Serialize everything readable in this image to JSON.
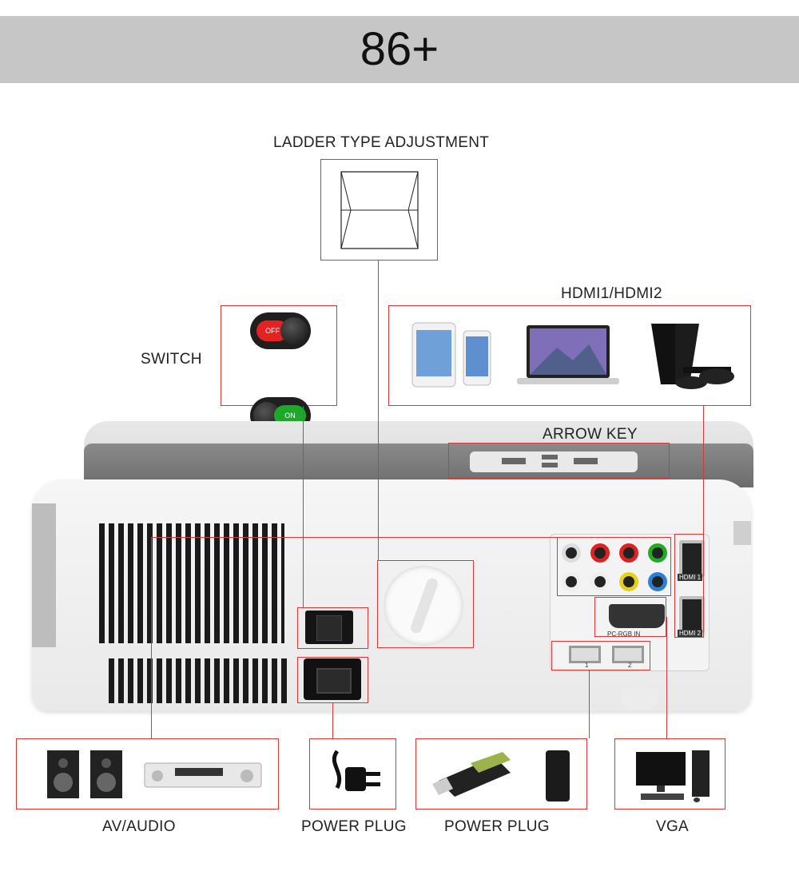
{
  "header": {
    "title": "86+"
  },
  "labels": {
    "ladder": "LADDER TYPE ADJUSTMENT",
    "hdmi": "HDMI1/HDMI2",
    "switch": "SWITCH",
    "arrow_key": "ARROW KEY",
    "av_audio": "AV/AUDIO",
    "power_plug_1": "POWER PLUG",
    "power_plug_2": "POWER PLUG",
    "vga": "VGA"
  },
  "switch_states": {
    "off": "OFF",
    "on": "ON"
  },
  "ports": {
    "hdmi1": "HDMI 1",
    "hdmi2": "HDMI 2",
    "pc_rgb": "PC-RGB IN",
    "usb1": "1",
    "usb2": "2"
  },
  "colors": {
    "accent_line": "#d23b3b",
    "banner": "#c6c6c6",
    "switch_off": "#e52222",
    "switch_on": "#1ea82a"
  },
  "icons": [
    "tablet-icon",
    "phone-icon",
    "laptop-icon",
    "game-console-icon",
    "speaker-icon",
    "amplifier-icon",
    "power-plug-icon",
    "usb-drive-icon",
    "hard-drive-icon",
    "desktop-computer-icon",
    "keystone-icon"
  ]
}
